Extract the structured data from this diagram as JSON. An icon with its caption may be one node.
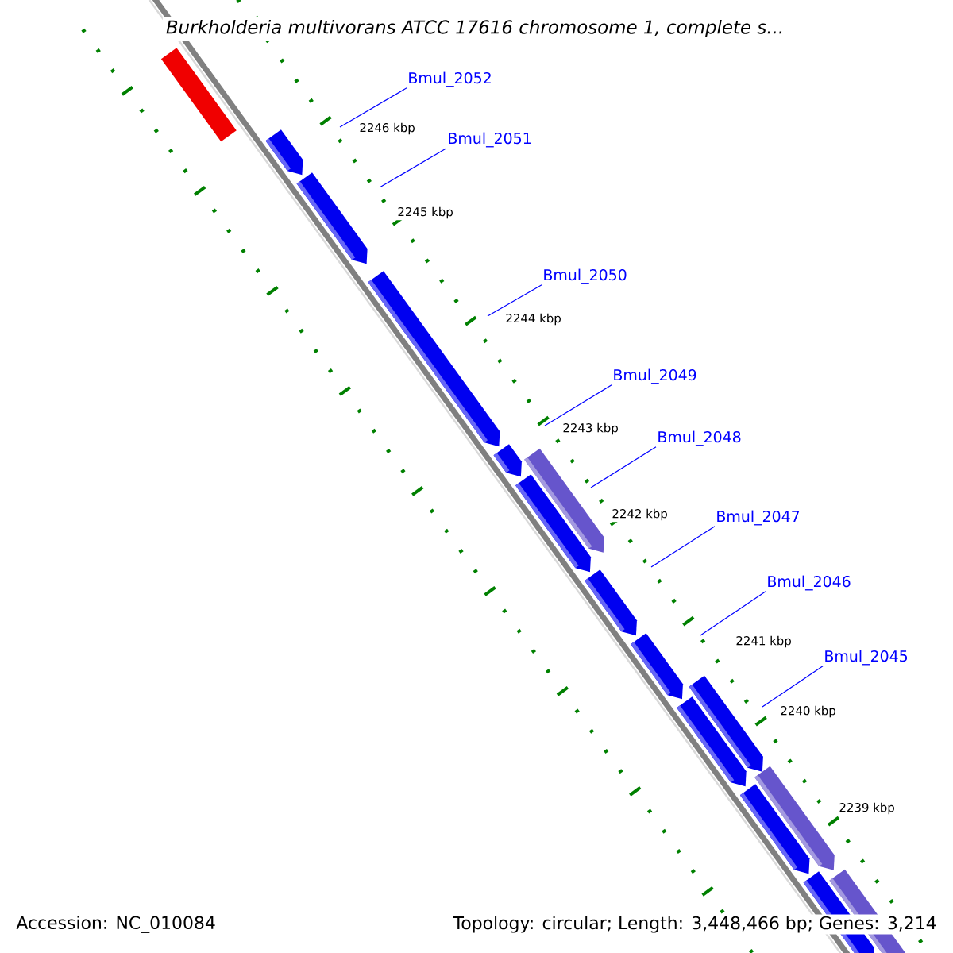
{
  "diagram": {
    "title": "Burkholderia multivorans ATCC 17616 chromosome 1, complete s...",
    "nodes": [
      {
        "text": [
          "Bmul_2052"
        ]
      },
      {
        "text": [
          "Bmul_2051"
        ]
      },
      {
        "text": [
          "Bmul_2050"
        ]
      },
      {
        "text": [
          "Bmul_2049"
        ]
      },
      {
        "text": [
          "Bmul_2048"
        ]
      },
      {
        "text": [
          "Bmul_2047"
        ]
      },
      {
        "text": [
          "Bmul_2046"
        ]
      },
      {
        "text": [
          "Bmul_2045"
        ]
      }
    ],
    "edges": [
      {
        "from": 0,
        "to": null,
        "arrow": "none"
      },
      {
        "from": 1,
        "to": null,
        "arrow": "none"
      },
      {
        "from": 2,
        "to": null,
        "arrow": "none"
      },
      {
        "from": 3,
        "to": null,
        "arrow": "none"
      },
      {
        "from": 4,
        "to": null,
        "arrow": "none"
      },
      {
        "from": 5,
        "to": null,
        "arrow": "none"
      },
      {
        "from": 6,
        "to": null,
        "arrow": "none"
      },
      {
        "from": 7,
        "to": null,
        "arrow": "none"
      }
    ],
    "labels": [
      "2246 kbp",
      "2245 kbp",
      "2244 kbp",
      "2243 kbp",
      "2242 kbp",
      "2241 kbp",
      "2240 kbp",
      "2239 kbp",
      "Accession: NC_010084",
      "Topology: circular; Length: 3,448,466 bp; Genes: 3,214"
    ]
  }
}
